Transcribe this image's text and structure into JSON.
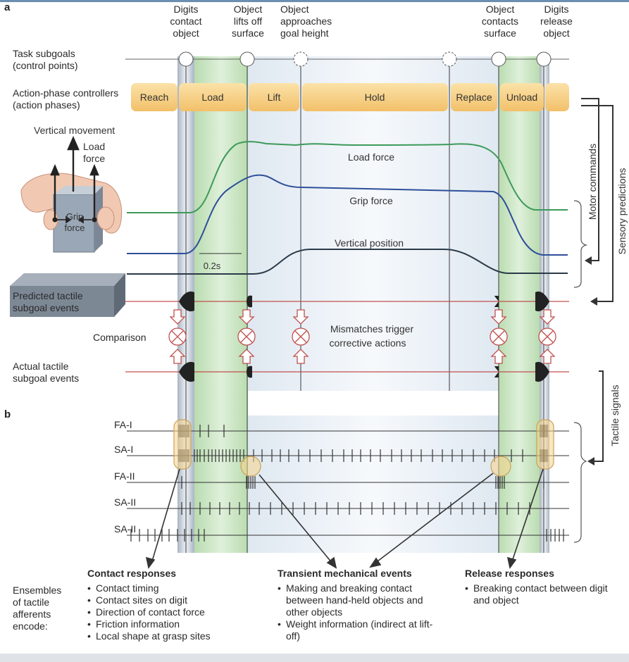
{
  "panel_a": "a",
  "panel_b": "b",
  "top_events": [
    {
      "id": "digits-contact",
      "lines": [
        "Digits",
        "contact",
        "object"
      ]
    },
    {
      "id": "object-lifts",
      "lines": [
        "Object",
        "lifts off",
        "surface"
      ]
    },
    {
      "id": "object-approaches",
      "lines": [
        "Object",
        "approaches",
        "goal height"
      ]
    },
    {
      "id": "object-contacts",
      "lines": [
        "Object",
        "contacts",
        "surface"
      ]
    },
    {
      "id": "digits-release",
      "lines": [
        "Digits",
        "release",
        "object"
      ]
    }
  ],
  "row_labels": {
    "task_subgoals": [
      "Task subgoals",
      "(control points)"
    ],
    "controllers": [
      "Action-phase controllers",
      "(action phases)"
    ],
    "vertical_movement": "Vertical movement",
    "load_force_hand": [
      "Load",
      "force"
    ],
    "grip_force_hand": [
      "Grip",
      "force"
    ],
    "predicted": [
      "Predicted tactile",
      "subgoal events"
    ],
    "comparison": "Comparison",
    "actual": [
      "Actual tactile",
      "subgoal events"
    ]
  },
  "phases": [
    "Reach",
    "Load",
    "Lift",
    "Hold",
    "Replace",
    "Unload"
  ],
  "curve_labels": {
    "load": "Load force",
    "grip": "Grip force",
    "position": "Vertical position",
    "scale": "0.2s"
  },
  "mismatch": [
    "Mismatches trigger",
    "corrective actions"
  ],
  "right_labels": {
    "motor": "Motor commands",
    "sensory": "Sensory predictions",
    "tactile": "Tactile signals"
  },
  "afferents": [
    "FA-I",
    "SA-I",
    "FA-II",
    "SA-II",
    "SA-II"
  ],
  "ensembles": [
    "Ensembles",
    "of tactile",
    "afferents",
    "encode:"
  ],
  "responses": {
    "contact": {
      "title": "Contact responses",
      "items": [
        "Contact timing",
        "Contact sites on digit",
        "Direction of contact force",
        "Friction information",
        "Local shape at grasp sites"
      ]
    },
    "transient": {
      "title": "Transient mechanical events",
      "items": [
        "Making and breaking contact between hand-held objects and other objects",
        "Weight information (indirect at lift-off)"
      ]
    },
    "release": {
      "title": "Release responses",
      "items": [
        "Breaking contact between digit and object"
      ]
    }
  },
  "colors": {
    "green_band": "#cfe6c8",
    "blue_band": "#e4edf5",
    "phase_fill": "#f6cf85",
    "load_curve": "#3d9a5a",
    "grip_curve": "#2e4f9a",
    "position_curve": "#2a3a48",
    "event_line": "#c0504d"
  }
}
